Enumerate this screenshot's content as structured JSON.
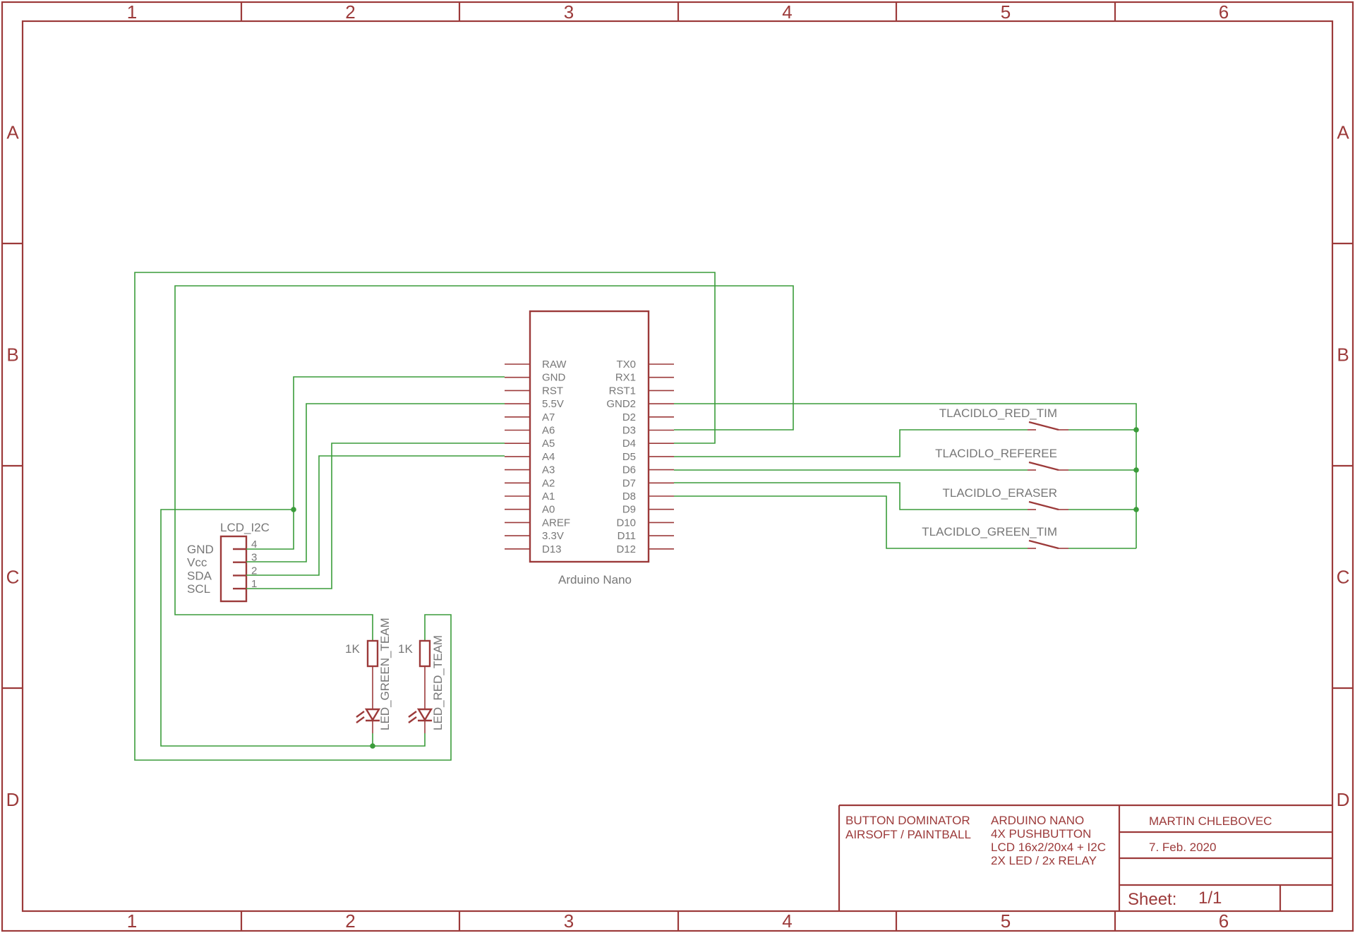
{
  "frame": {
    "columns": [
      "1",
      "2",
      "3",
      "4",
      "5",
      "6"
    ],
    "rows": [
      "A",
      "B",
      "C",
      "D"
    ]
  },
  "arduino": {
    "name": "Arduino Nano",
    "left_pins": [
      "RAW",
      "GND",
      "RST",
      "5.5V",
      "A7",
      "A6",
      "A5",
      "A4",
      "A3",
      "A2",
      "A1",
      "A0",
      "AREF",
      "3.3V",
      "D13"
    ],
    "right_pins": [
      "TX0",
      "RX1",
      "RST1",
      "GND2",
      "D2",
      "D3",
      "D4",
      "D5",
      "D6",
      "D7",
      "D8",
      "D9",
      "D10",
      "D11",
      "D12"
    ]
  },
  "lcd": {
    "name": "LCD_I2C",
    "pin_names": [
      "GND",
      "Vcc",
      "SDA",
      "SCL"
    ],
    "pin_numbers": [
      "4",
      "3",
      "2",
      "1"
    ]
  },
  "leds": [
    {
      "name": "LED_GREEN_TEAM",
      "resistor": "1K"
    },
    {
      "name": "LED_RED_TEAM",
      "resistor": "1K"
    }
  ],
  "buttons": [
    "TLACIDLO_RED_TIM",
    "TLACIDLO_REFEREE",
    "TLACIDLO_ERASER",
    "TLACIDLO_GREEN_TIM"
  ],
  "title_block": {
    "title_lines": [
      "BUTTON DOMINATOR",
      "AIRSOFT / PAINTBALL"
    ],
    "desc_lines": [
      "ARDUINO NANO",
      "4X PUSHBUTTON",
      "LCD 16x2/20x4 + I2C",
      "2X LED / 2x RELAY"
    ],
    "author": "MARTIN CHLEBOVEC",
    "date": "7. Feb. 2020",
    "sheet_label": "Sheet:",
    "sheet_value": "1/1"
  },
  "colors": {
    "frame": "#9c3a3a",
    "wire": "#3a9c3a",
    "label": "#777777"
  }
}
